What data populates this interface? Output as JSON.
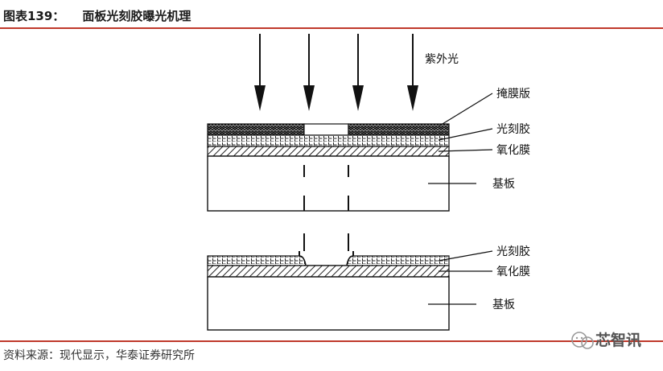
{
  "figure": {
    "number": "图表139：",
    "title": "面板光刻胶曝光机理"
  },
  "labels": {
    "uv": "紫外光",
    "mask": "掩膜版",
    "photoresist_top": "光刻胶",
    "oxide_top": "氧化膜",
    "substrate_top": "基板",
    "photoresist_bottom": "光刻胶",
    "oxide_bottom": "氧化膜",
    "substrate_bottom": "基板"
  },
  "source": "资料来源：现代显示，华泰证券研究所",
  "watermark": "芯智讯",
  "colors": {
    "accent_rule": "#c0392b",
    "ink": "#111111"
  }
}
